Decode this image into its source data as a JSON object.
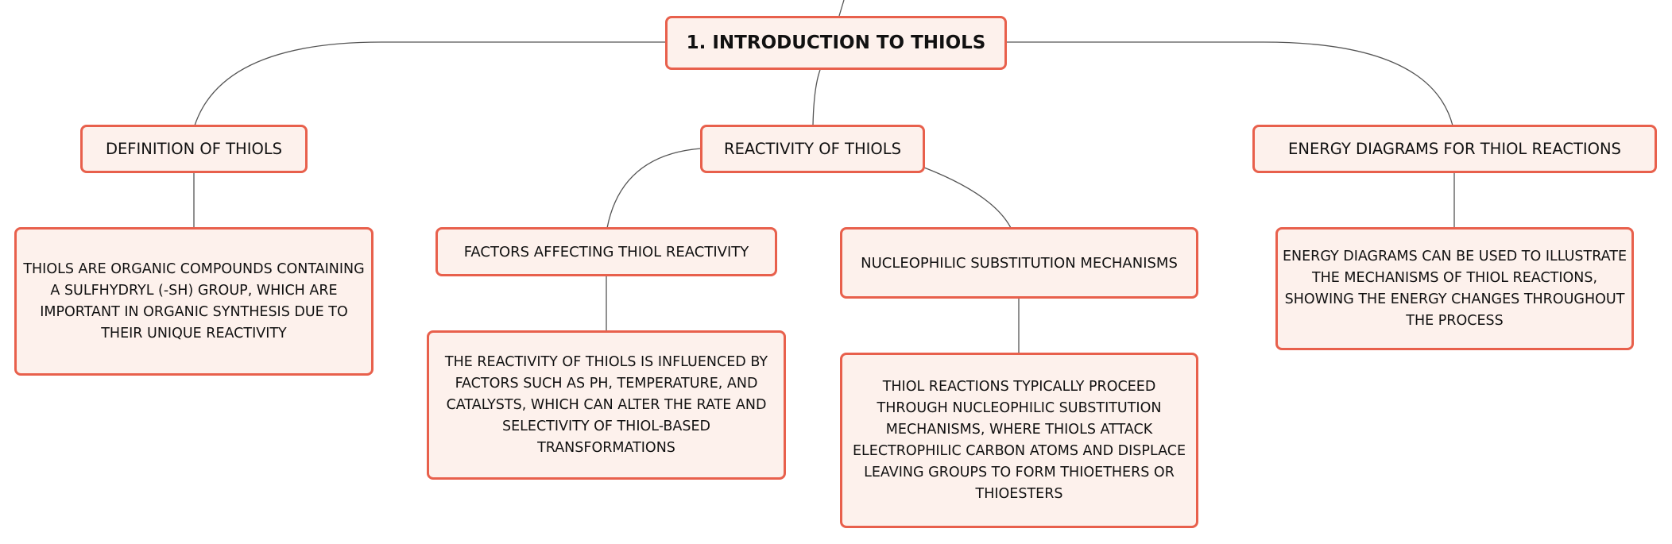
{
  "diagram": {
    "root": {
      "label": "1. INTRODUCTION TO THIOLS"
    },
    "definition": {
      "label": "DEFINITION OF THIOLS",
      "detail": "THIOLS ARE ORGANIC COMPOUNDS CONTAINING A SULFHYDRYL (-SH) GROUP, WHICH ARE IMPORTANT IN ORGANIC SYNTHESIS DUE TO THEIR UNIQUE REACTIVITY"
    },
    "reactivity": {
      "label": "REACTIVITY OF THIOLS",
      "factors": {
        "label": "FACTORS AFFECTING THIOL REACTIVITY",
        "detail": "THE REACTIVITY OF THIOLS IS INFLUENCED BY FACTORS SUCH AS PH, TEMPERATURE, AND CATALYSTS, WHICH CAN ALTER THE RATE AND SELECTIVITY OF THIOL-BASED TRANSFORMATIONS"
      },
      "mechanisms": {
        "label": "NUCLEOPHILIC SUBSTITUTION MECHANISMS",
        "detail": "THIOL REACTIONS TYPICALLY PROCEED THROUGH NUCLEOPHILIC SUBSTITUTION MECHANISMS, WHERE THIOLS ATTACK ELECTROPHILIC CARBON ATOMS AND DISPLACE LEAVING GROUPS TO FORM THIOETHERS OR THIOESTERS"
      }
    },
    "energy": {
      "label": "ENERGY DIAGRAMS FOR THIOL REACTIONS",
      "detail": "ENERGY DIAGRAMS CAN BE USED TO ILLUSTRATE THE MECHANISMS OF THIOL REACTIONS, SHOWING THE ENERGY CHANGES THROUGHOUT THE PROCESS"
    }
  },
  "colors": {
    "node_fill": "#fdf1ec",
    "node_border": "#e8604c",
    "connector": "#555555",
    "text": "#111111"
  }
}
